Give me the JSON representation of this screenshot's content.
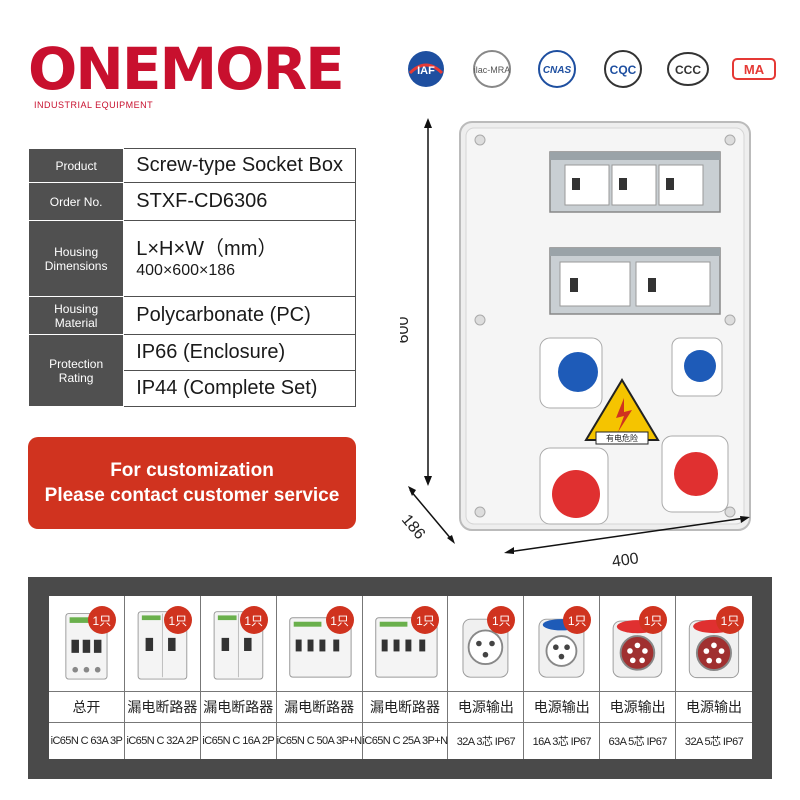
{
  "brand": {
    "name": "ONEMORE",
    "tagline": "INDUSTRIAL EQUIPMENT",
    "color": "#c8102e"
  },
  "certifications": [
    {
      "icon": "iaf-icon",
      "label": "IAF"
    },
    {
      "icon": "ilac-mra-icon",
      "label": "ilac-MRA"
    },
    {
      "icon": "cnas-icon",
      "label": "CNAS"
    },
    {
      "icon": "cqc-icon",
      "label": "CQC"
    },
    {
      "icon": "ccc-icon",
      "label": "CCC"
    },
    {
      "icon": "cma-icon",
      "label": "MA"
    }
  ],
  "specs": {
    "product_label": "Product",
    "product_value": "Screw-type Socket Box",
    "order_label": "Order No.",
    "order_value": "STXF-CD6306",
    "housing_label_1": "Housing",
    "housing_label_2": "Dimensions",
    "housing_formula": "L×H×W（mm）",
    "housing_values": "400×600×186",
    "material_label": "Housing Material",
    "material_value": "Polycarbonate (PC)",
    "protection_label": "Protection Rating",
    "protection_enclosure": "IP66 (Enclosure)",
    "protection_set": "IP44 (Complete Set)"
  },
  "cta": {
    "line1": "For customization",
    "line2": "Please contact customer service",
    "color": "#d0331f"
  },
  "product": {
    "height_dim": "600",
    "width_dim": "400",
    "depth_dim": "186",
    "warning_text": "有电危险"
  },
  "components": [
    {
      "icon": "breaker-3p-icon",
      "qty": "1只",
      "name": "总开",
      "spec": "iC65N C 63A 3P"
    },
    {
      "icon": "rcd-breaker-icon",
      "qty": "1只",
      "name": "漏电断路器",
      "spec": "iC65N C 32A 2P"
    },
    {
      "icon": "rcd-breaker-icon",
      "qty": "1只",
      "name": "漏电断路器",
      "spec": "iC65N C 16A 2P"
    },
    {
      "icon": "rcd-breaker-4p-icon",
      "qty": "1只",
      "name": "漏电断路器",
      "spec": "iC65N C 50A 3P+N"
    },
    {
      "icon": "rcd-breaker-4p-icon",
      "qty": "1只",
      "name": "漏电断路器",
      "spec": "iC65N C 25A 3P+N"
    },
    {
      "icon": "socket-3pin-icon",
      "qty": "1只",
      "name": "电源输出",
      "spec": "32A 3芯 IP67"
    },
    {
      "icon": "socket-3pin-blue-icon",
      "qty": "1只",
      "name": "电源输出",
      "spec": "16A 3芯 IP67"
    },
    {
      "icon": "socket-5pin-red-icon",
      "qty": "1只",
      "name": "电源输出",
      "spec": "63A 5芯 IP67"
    },
    {
      "icon": "socket-5pin-red-icon",
      "qty": "1只",
      "name": "电源输出",
      "spec": "32A 5芯 IP67"
    }
  ]
}
